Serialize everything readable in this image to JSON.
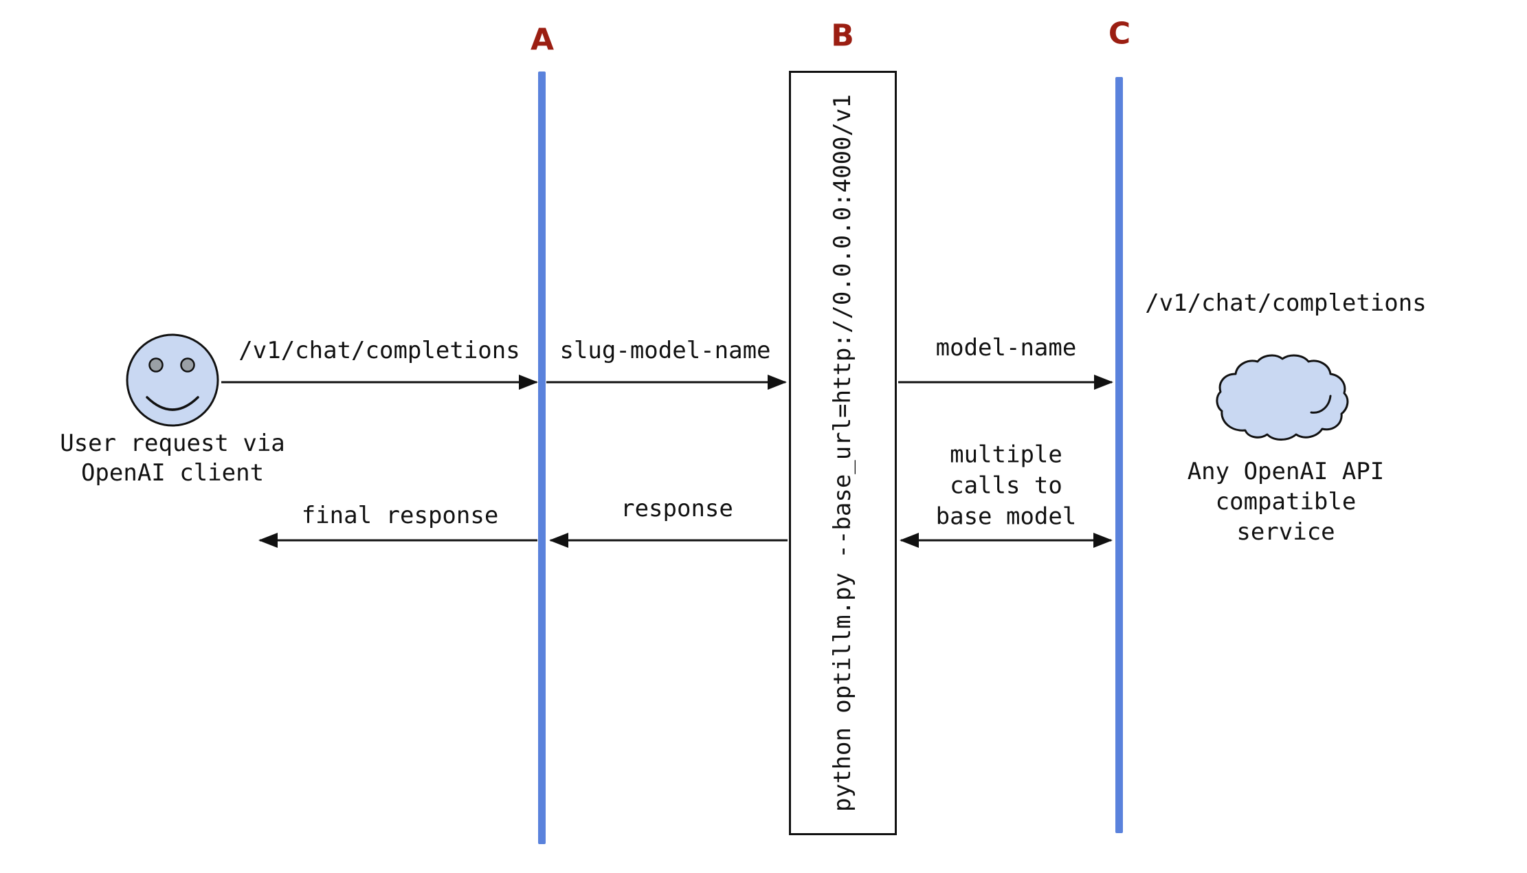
{
  "lanes": {
    "a": "A",
    "b": "B",
    "c": "C"
  },
  "user_actor": {
    "caption": "User request via\nOpenAI client"
  },
  "proxy": {
    "command": "python optillm.py --base_url=http://0.0.0.0:4000/v1"
  },
  "service": {
    "endpoint": "/v1/chat/completions",
    "caption": "Any OpenAI API\ncompatible service"
  },
  "messages": {
    "request": "/v1/chat/completions",
    "slug_model": "slug-model-name",
    "model": "model-name",
    "multiple_calls": "multiple\ncalls to\nbase model",
    "response": "response",
    "final_response": "final response"
  },
  "colors": {
    "lifeline_blue": "#5a82dc",
    "lane_label_red": "#9b1e12",
    "shape_fill": "#c9d8f2",
    "ink": "#111111"
  }
}
